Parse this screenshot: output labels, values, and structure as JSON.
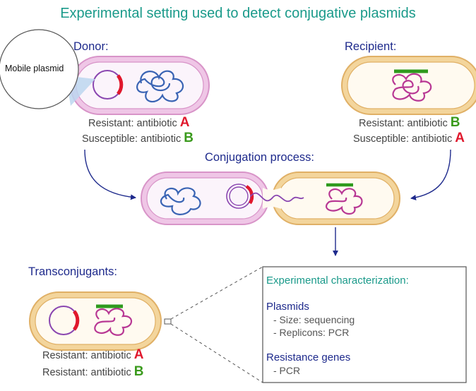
{
  "title": "Experimental setting used to detect conjugative plasmids",
  "donor": {
    "heading": "Donor:",
    "line1_prefix": "Resistant: antibiotic ",
    "line1_letter": "A",
    "line2_prefix": "Susceptible: antibiotic ",
    "line2_letter": "B"
  },
  "callout": {
    "label": "Mobile plasmid"
  },
  "recipient": {
    "heading": "Recipient:",
    "line1_prefix": "Resistant: antibiotic ",
    "line1_letter": "B",
    "line2_prefix": "Susceptible: antibiotic ",
    "line2_letter": "A"
  },
  "conjugation": {
    "heading": "Conjugation process:"
  },
  "transconjugants": {
    "heading": "Transconjugants:",
    "line1_prefix": "Resistant: antibiotic ",
    "line1_letter": "A",
    "line2_prefix": "Resistant: antibiotic ",
    "line2_letter": "B"
  },
  "characterization": {
    "title": "Experimental characterization:",
    "plasmids_heading": "Plasmids",
    "plasmids_items": [
      "- Size: sequencing",
      "- Replicons: PCR"
    ],
    "genes_heading": "Resistance genes",
    "genes_items": [
      "- PCR"
    ]
  },
  "colors": {
    "title": "#1a9a8a",
    "heading": "#1e2a8c",
    "antibiotic_a": "#e0182d",
    "antibiotic_b": "#3a9a1c",
    "donor_membrane": "#e6a8d6",
    "recipient_membrane": "#f0cc88",
    "donor_chromosome": "#3a64b4",
    "recipient_chromosome": "#b83894",
    "plasmid": "#8a46b0"
  }
}
